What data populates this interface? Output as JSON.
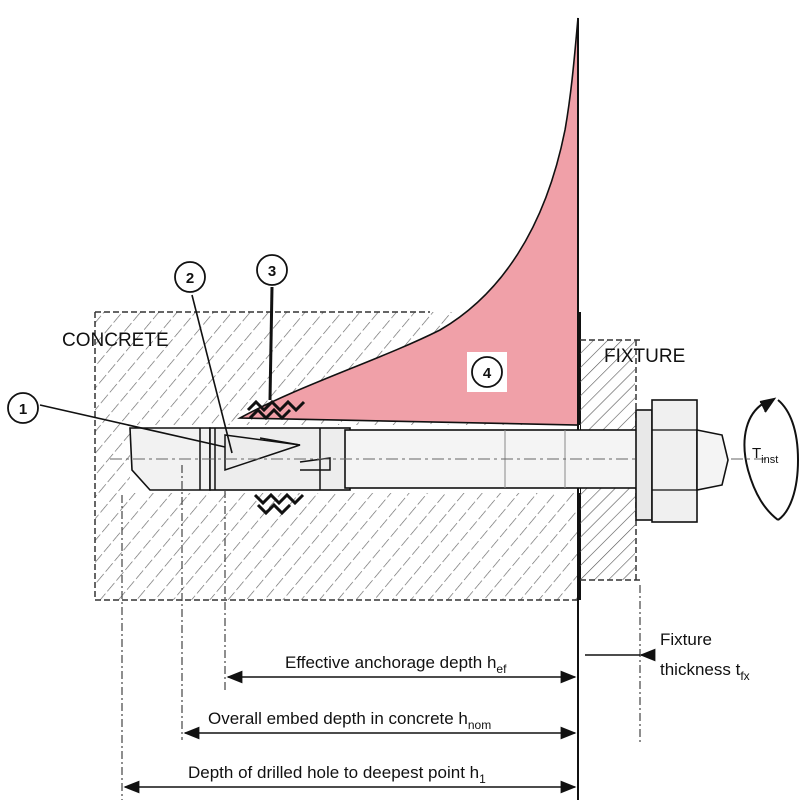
{
  "labels": {
    "concrete": "CONCRETE",
    "fixture": "FIXTURE",
    "torque_main": "T",
    "torque_sub": "inst",
    "fixture_thickness_line1": "Fixture",
    "fixture_thickness_line2": "thickness t",
    "fixture_thickness_sub": "fx"
  },
  "callouts": [
    "1",
    "2",
    "3",
    "4"
  ],
  "dimensions": {
    "hef_main": "Effective anchorage depth h",
    "hef_sub": "ef",
    "hnom_main": "Overall embed depth in concrete h",
    "hnom_sub": "nom",
    "h1_main": "Depth of drilled hole to deepest point h",
    "h1_sub": "1"
  },
  "colors": {
    "stress_fill": "#f0a0a8",
    "line": "#111111",
    "hatch": "#555555"
  }
}
